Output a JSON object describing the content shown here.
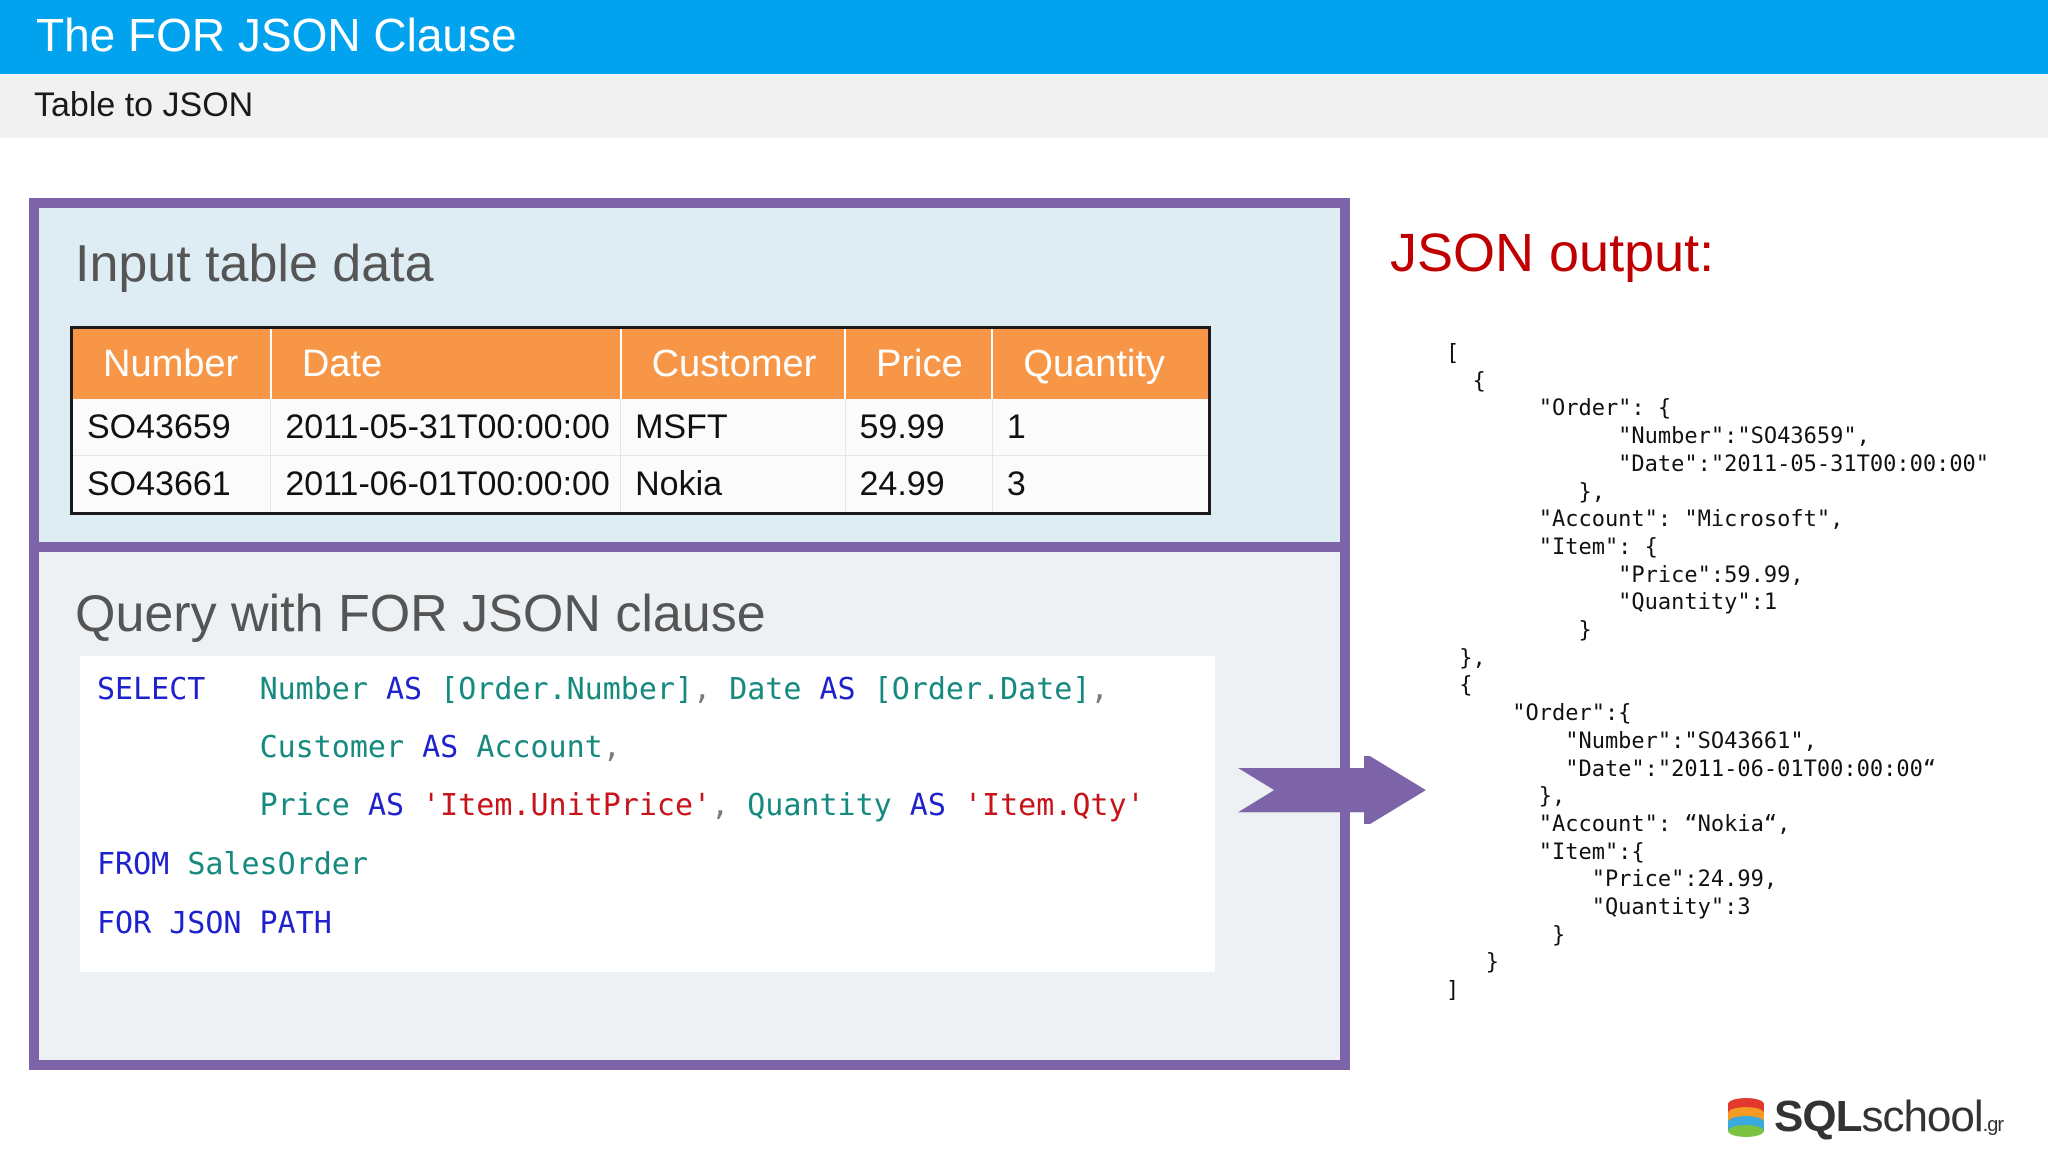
{
  "header": {
    "title": "The FOR JSON Clause",
    "subtitle": "Table to JSON"
  },
  "input_panel": {
    "heading": "Input table data",
    "columns": [
      "Number",
      "Date",
      "Customer",
      "Price",
      "Quantity"
    ],
    "rows": [
      [
        "SO43659",
        "2011-05-31T00:00:00",
        "MSFT",
        "59.99",
        "1"
      ],
      [
        "SO43661",
        "2011-06-01T00:00:00",
        "Nokia",
        "24.99",
        "3"
      ]
    ],
    "header_color": "#f79646",
    "border_color": "#7d64a8"
  },
  "query_panel": {
    "heading": "Query with FOR JSON clause",
    "lines": [
      [
        {
          "t": "SELECT",
          "c": "kw"
        },
        {
          "t": "   ",
          "c": "pun"
        },
        {
          "t": "Number",
          "c": "id"
        },
        {
          "t": " ",
          "c": "pun"
        },
        {
          "t": "AS",
          "c": "kw"
        },
        {
          "t": " ",
          "c": "pun"
        },
        {
          "t": "[Order.Number]",
          "c": "id"
        },
        {
          "t": ", ",
          "c": "pun"
        },
        {
          "t": "Date",
          "c": "id"
        },
        {
          "t": " ",
          "c": "pun"
        },
        {
          "t": "AS",
          "c": "kw"
        },
        {
          "t": " ",
          "c": "pun"
        },
        {
          "t": "[Order.Date]",
          "c": "id"
        },
        {
          "t": ",",
          "c": "pun"
        }
      ],
      [
        {
          "t": "         ",
          "c": "pun"
        },
        {
          "t": "Customer",
          "c": "id"
        },
        {
          "t": " ",
          "c": "pun"
        },
        {
          "t": "AS",
          "c": "kw"
        },
        {
          "t": " ",
          "c": "pun"
        },
        {
          "t": "Account",
          "c": "id"
        },
        {
          "t": ",",
          "c": "pun"
        }
      ],
      [
        {
          "t": "         ",
          "c": "pun"
        },
        {
          "t": "Price",
          "c": "id"
        },
        {
          "t": " ",
          "c": "pun"
        },
        {
          "t": "AS",
          "c": "kw"
        },
        {
          "t": " ",
          "c": "pun"
        },
        {
          "t": "'Item.UnitPrice'",
          "c": "str"
        },
        {
          "t": ", ",
          "c": "pun"
        },
        {
          "t": "Quantity",
          "c": "id"
        },
        {
          "t": " ",
          "c": "pun"
        },
        {
          "t": "AS",
          "c": "kw"
        },
        {
          "t": " ",
          "c": "pun"
        },
        {
          "t": "'Item.Qty'",
          "c": "str"
        }
      ],
      [
        {
          "t": "FROM",
          "c": "kw"
        },
        {
          "t": " ",
          "c": "pun"
        },
        {
          "t": "SalesOrder",
          "c": "id"
        }
      ],
      [
        {
          "t": "FOR JSON PATH",
          "c": "kw"
        }
      ]
    ]
  },
  "output": {
    "heading": "JSON output:",
    "heading_color": "#c00000",
    "json_text": "[\n  {\n       \"Order\": {\n             \"Number\":\"SO43659\",\n             \"Date\":\"2011-05-31T00:00:00\"\n          },\n       \"Account\": \"Microsoft\",\n       \"Item\": {\n             \"Price\":59.99,\n             \"Quantity\":1\n          }\n },\n {\n     \"Order\":{\n         \"Number\":\"SO43661\",\n         \"Date\":\"2011-06-01T00:00:00“\n       },\n       \"Account\": “Nokia“,\n       \"Item\":{\n           \"Price\":24.99,\n           \"Quantity\":3\n        }\n   }\n]"
  },
  "arrow_icon": "right-arrow-icon",
  "arrow_color": "#7d64a8",
  "logo": {
    "text_bold": "SQL",
    "text_light": "school",
    "tld": ".gr"
  },
  "colors": {
    "topbar": "#02a3ee",
    "keyword": "#1f22cc",
    "identifier": "#168a7f",
    "string": "#c6141a"
  }
}
